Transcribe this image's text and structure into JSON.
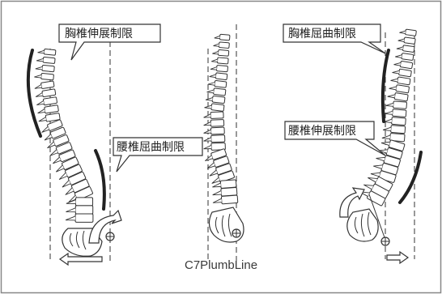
{
  "colors": {
    "line": "#333333",
    "vertebra_fill": "#ffffff",
    "frame_border": "#888888",
    "curve_marker": "#222222"
  },
  "figure": {
    "panels": [
      {
        "name": "thoracic-extension-limit-panel",
        "callouts": [
          {
            "label": "胸椎伸展制限"
          },
          {
            "label": "腰椎屈曲制限"
          }
        ],
        "shift_arrow_direction": "left"
      },
      {
        "name": "neutral-panel",
        "callouts": [],
        "shift_arrow_direction": "none"
      },
      {
        "name": "thoracic-flexion-limit-panel",
        "callouts": [
          {
            "label": "胸椎屈曲制限"
          },
          {
            "label": "腰椎伸展制限"
          }
        ],
        "shift_arrow_direction": "right"
      }
    ],
    "caption": "C7PlumbLine",
    "icons": [
      "plumb-point-icon",
      "rotation-arrow-icon",
      "shift-arrow-icon",
      "dashed-reference-line"
    ]
  }
}
